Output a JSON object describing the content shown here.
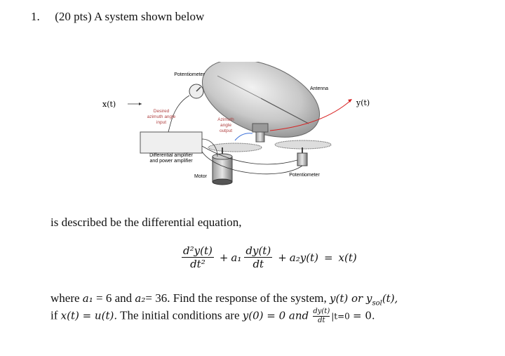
{
  "problem": {
    "number": "1.",
    "title": "(20 pts) A system shown below"
  },
  "figure": {
    "input_signal": "x(t)",
    "output_signal": "y(t)",
    "labels": {
      "potentiometer_top": "Potentiometer",
      "antenna": "Antenna",
      "desired_line1": "Desired",
      "desired_line2": "azimuth angle",
      "desired_line3": "input",
      "azimuth_line1": "Azimuth",
      "azimuth_line2": "angle",
      "azimuth_line3": "output",
      "amp_line1": "Differential amplifier",
      "amp_line2": "and power amplifier",
      "motor": "Motor",
      "potentiometer_bottom": "Potentiometer"
    }
  },
  "description": "is described be the differential equation,",
  "equation": {
    "term1_num": "d²y(t)",
    "term1_den": "dt²",
    "plus1": "+",
    "coef1": "a₁",
    "term2_num": "dy(t)",
    "term2_den": "dt",
    "plus2": "+",
    "term3": "a₂y(t)",
    "equals": "=",
    "rhs": "x(t)"
  },
  "conditions": {
    "where": "where",
    "a1": "a₁",
    "a1_val": "= 6 and",
    "a2": "a₂",
    "a2_val": "= 36. Find the response of the system,",
    "y": "y(t) or y",
    "ysub": "sol",
    "yend": "(t),",
    "if": "if",
    "x_eq": "x(t) = u(t).",
    "ic_text": "The initial conditions are",
    "y0": "y(0) = 0 and",
    "dy_num": "dy(t)",
    "dy_den": "dt",
    "at": "|t=0",
    "eq0": "= 0."
  }
}
